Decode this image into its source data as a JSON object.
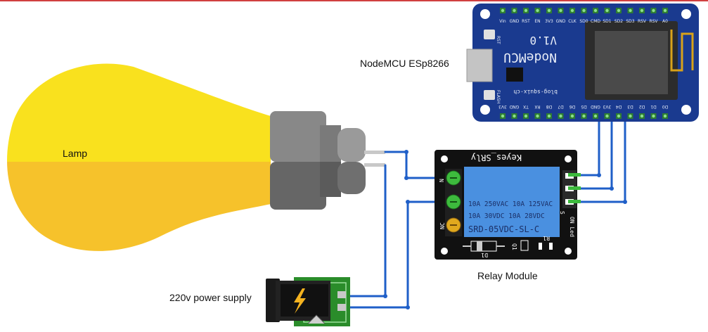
{
  "labels": {
    "lamp": "Lamp",
    "nodemcu": "NodeMCU ESp8266",
    "relay_module": "Relay Module",
    "power_supply": "220v power supply"
  },
  "nodemcu_board": {
    "title": "NodeMCU",
    "version": "V1.0",
    "website": "blog-squix-ch",
    "top_pins": [
      "Vin",
      "GND",
      "RST",
      "EN",
      "3V3",
      "GND",
      "CLK",
      "SD0",
      "CMD",
      "SD1",
      "SD2",
      "SD3",
      "RSV",
      "RSV",
      "A0"
    ],
    "bottom_pins": [
      "3V3",
      "GND",
      "TX",
      "RX",
      "D8",
      "D7",
      "D6",
      "D5",
      "GND",
      "3V3",
      "D4",
      "D3",
      "D2",
      "D1",
      "D0"
    ],
    "rst_label": "RST",
    "flash_label": "FLASH"
  },
  "relay_board": {
    "brand": "Keyes_SRly",
    "rating_line1": "10A 250VAC  10A 125VAC",
    "rating_line2": "10A  30VDC  10A  28VDC",
    "model": "SRD-05VDC-SL-C",
    "nc_label": "NC",
    "no_label": "N",
    "led_label": "ON Led",
    "r1_label": "R1",
    "q1_label": "Q1",
    "d1_label": "D1",
    "s_label": "S"
  },
  "colors": {
    "wire": "#1f5fc8",
    "bulb_light": "#f9e11e",
    "bulb_dark": "#f6c22b",
    "board_blue": "#1a3a8f",
    "relay_blue": "#4a90e0",
    "pcb_green": "#2a8c2a"
  }
}
